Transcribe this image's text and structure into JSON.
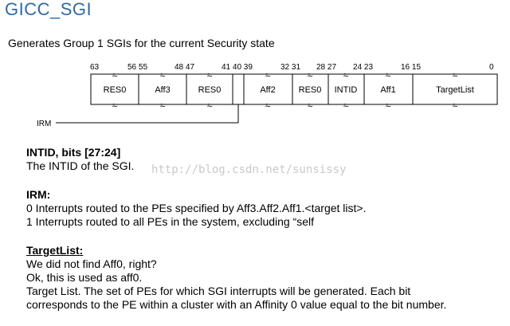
{
  "title": "GICC_SGI",
  "subtitle": "Generates Group 1 SGIs for the current Security state",
  "register": {
    "bit_labels": [
      "63",
      "56 55",
      "48 47",
      "41 40 39",
      "32 31",
      "28 27",
      "24 23",
      "16 15",
      "0"
    ],
    "fields": [
      "RES0",
      "Aff3",
      "RES0",
      "Aff2",
      "RES0",
      "INTID",
      "Aff1",
      "TargetList"
    ],
    "irm_label": "IRM",
    "break_symbol": "≈"
  },
  "intid": {
    "heading": "INTID, bits [27:24]",
    "desc": "The INTID of the SGI."
  },
  "irm": {
    "heading": "IRM:",
    "line1": "0 Interrupts routed to the PEs specified by Aff3.Aff2.Aff1.<target list>.",
    "line2": "1 Interrupts routed to all PEs in the system, excluding “self"
  },
  "targetlist": {
    "heading": "TargetList:",
    "line1": "We did not find Aff0, right?",
    "line2": "Ok, this is used as aff0.",
    "line3": "Target List. The set of PEs for which SGI interrupts will be generated. Each bit",
    "line4": "corresponds to the PE within a cluster with an Affinity 0 value equal to the bit number."
  },
  "watermark": "http://blog.csdn.net/sunsissy"
}
